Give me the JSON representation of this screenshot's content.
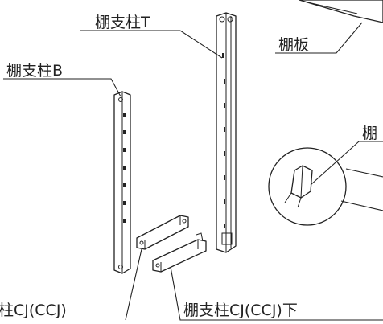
{
  "labels": {
    "post_t": "棚支柱T",
    "post_b": "棚支柱B",
    "shelf_board": "棚板",
    "bracket_partial": "棚",
    "cj_upper": "柱CJ(CCJ)",
    "cj_lower": "棚支柱CJ(CCJ)下"
  }
}
